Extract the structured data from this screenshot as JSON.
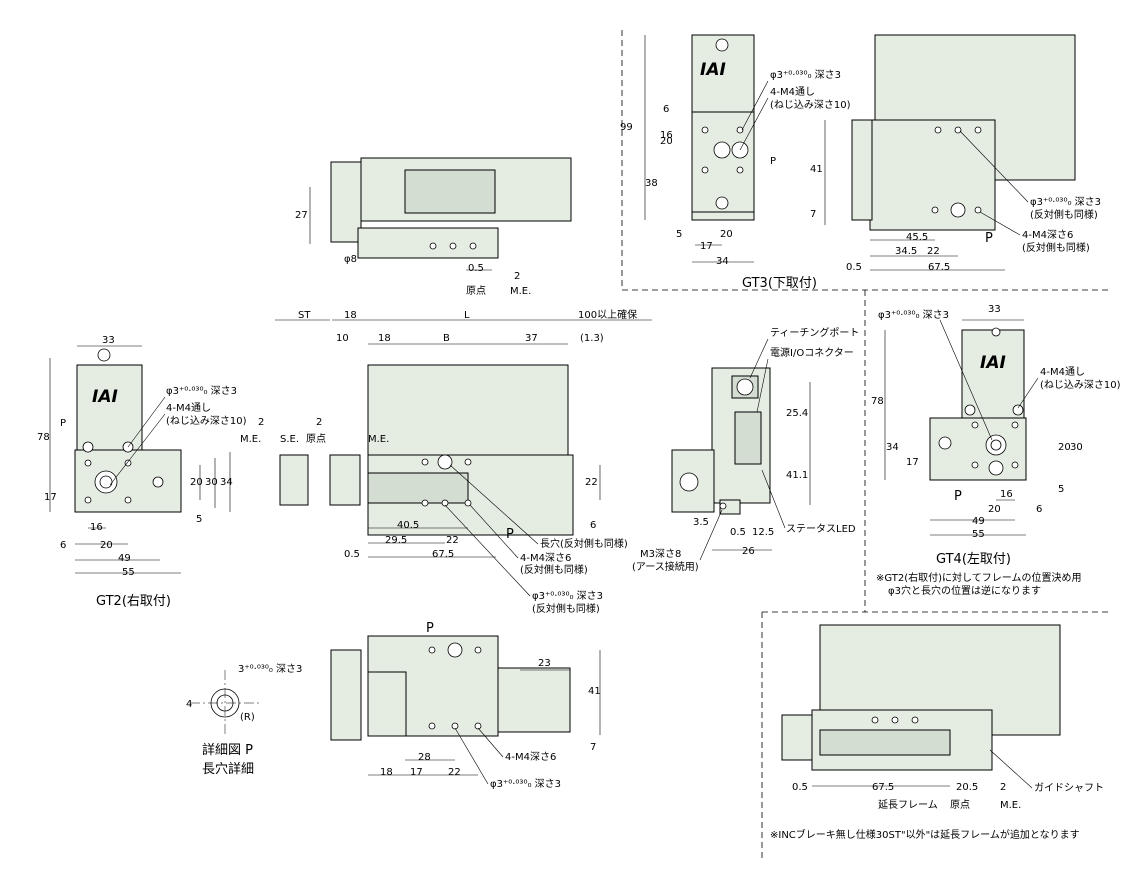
{
  "views": {
    "gt2": {
      "caption": "GT2(右取付)",
      "width": "33",
      "height": "78",
      "d17": "17",
      "d6": "6",
      "d16": "16",
      "d20": "20",
      "d49": "49",
      "d55": "55",
      "v20": "20",
      "v30": "30",
      "v34": "34",
      "v5": "5",
      "p": "P",
      "hole_note": "φ3⁺⁰·⁰³⁰₀ 深さ3",
      "thread_note_1": "4-M4通し",
      "thread_note_2": "(ねじ込み深さ10)",
      "logo": "IAI"
    },
    "gt3": {
      "caption": "GT3(下取付)",
      "h99": "99",
      "h6": "6",
      "h16": "16",
      "h20": "20",
      "h38": "38",
      "d5": "5",
      "d20": "20",
      "d17": "17",
      "d34": "34",
      "hole_note": "φ3⁺⁰·⁰³⁰₀ 深さ3",
      "thread_note_1": "4-M4通し",
      "thread_note_2": "(ねじ込み深さ10)",
      "s41": "41",
      "s7": "7",
      "s455": "45.5",
      "s345": "34.5",
      "s22": "22",
      "s675": "67.5",
      "s05": "0.5",
      "side_hole_1": "φ3⁺⁰·⁰³⁰₀ 深さ3",
      "side_hole_2": "(反対側も同様)",
      "side_thread_1": "4-M4深さ6",
      "side_thread_2": "(反対側も同様)",
      "p": "P",
      "logo": "IAI"
    },
    "gt4": {
      "caption": "GT4(左取付)",
      "width": "33",
      "height": "78",
      "hole_note": "φ3⁺⁰·⁰³⁰₀ 深さ3",
      "thread_note_1": "4-M4通し",
      "thread_note_2": "(ねじ込み深さ10)",
      "v34": "34",
      "v17": "17",
      "v20": "20",
      "v30": "30",
      "v5": "5",
      "d16": "16",
      "d20": "20",
      "d6": "6",
      "d49": "49",
      "d55": "55",
      "p": "P",
      "note_1": "※GT2(右取付)に対してフレームの位置決め用",
      "note_2": "φ3穴と長穴の位置は逆になります",
      "logo": "IAI"
    },
    "top": {
      "d27": "27",
      "d8": "φ8",
      "d05": "0.5",
      "d2": "2",
      "origin": "原点",
      "me": "M.E."
    },
    "front": {
      "st": "ST",
      "d18a": "18",
      "l": "L",
      "clearance": "100以上確保",
      "d10": "10",
      "d18b": "18",
      "b": "B",
      "d37": "37",
      "d13": "(1.3)",
      "d2a": "2",
      "d2b": "2",
      "me_left": "M.E.",
      "se": "S.E.",
      "origin": "原点",
      "me_right": "M.E.",
      "d22": "22",
      "d6": "6",
      "d405": "40.5",
      "d295": "29.5",
      "d22b": "22",
      "d05": "0.5",
      "d675": "67.5",
      "slot_1": "長穴(反対側も同様)",
      "thread_1": "4-M4深さ6",
      "thread_2": "(反対側も同様)",
      "hole_1": "φ3⁺⁰·⁰³⁰₀ 深さ3",
      "hole_2": "(反対側も同様)",
      "p": "P"
    },
    "end": {
      "teaching": "ティーチングポート",
      "power": "電源I/Oコネクター",
      "d254": "25.4",
      "d411": "41.1",
      "d35": "3.5",
      "d05": "0.5",
      "d125": "12.5",
      "d26": "26",
      "m3_1": "M3深さ8",
      "m3_2": "(アース接続用)",
      "status": "ステータスLED"
    },
    "bottom": {
      "p": "P",
      "d23": "23",
      "d41": "41",
      "d7": "7",
      "d28": "28",
      "d18": "18",
      "d17": "17",
      "d22": "22",
      "thread": "4-M4深さ6",
      "hole": "φ3⁺⁰·⁰³⁰₀ 深さ3"
    },
    "detail": {
      "hole": "3⁺⁰·⁰³⁰₀ 深さ3",
      "d4": "4",
      "r": "(R)",
      "title_1": "詳細図 P",
      "title_2": "長穴詳細"
    },
    "brake": {
      "d05": "0.5",
      "d675": "67.5",
      "d205": "20.5",
      "d2": "2",
      "guide": "ガイドシャフト",
      "ext": "延長フレーム",
      "origin": "原点",
      "me": "M.E.",
      "note": "※INCブレーキ無し仕様30ST\"以外\"は延長フレームが追加となります"
    }
  },
  "colors": {
    "body": "#e5ede3",
    "line": "#000000"
  }
}
